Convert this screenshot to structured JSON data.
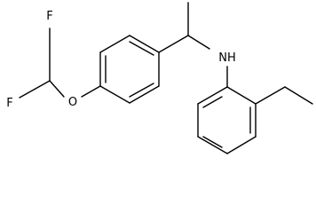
{
  "molecule": {
    "atoms": {
      "fluorine_top": "F",
      "fluorine_left": "F",
      "oxygen": "O",
      "amine": "NH"
    },
    "colors": {
      "bond": "#000000",
      "label": "#000000",
      "background": "#ffffff"
    }
  }
}
